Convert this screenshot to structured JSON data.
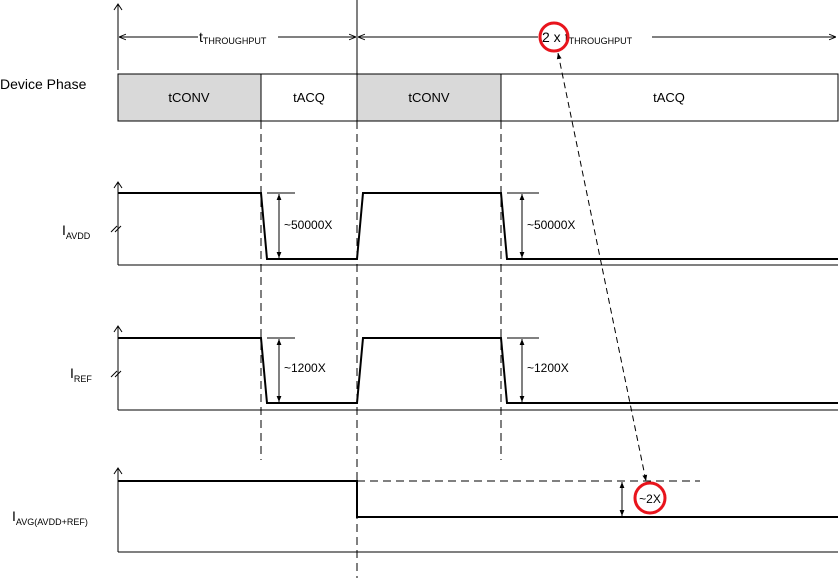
{
  "header": {
    "throughput_label": "t",
    "throughput_sub": "THROUGHPUT",
    "double_prefix": "2 x",
    "double_label": "t",
    "double_sub": "THROUGHPUT"
  },
  "device_phase": {
    "label": "Device Phase",
    "segments": [
      {
        "name": "tCONV",
        "shaded": true
      },
      {
        "name": "tACQ",
        "shaded": false
      },
      {
        "name": "tCONV",
        "shaded": true
      },
      {
        "name": "tACQ",
        "shaded": false
      }
    ]
  },
  "signals": {
    "iavdd": {
      "label": "I",
      "sub": "AVDD",
      "ratio": "~50000X"
    },
    "iref": {
      "label": "I",
      "sub": "REF",
      "ratio": "~1200X"
    },
    "iavg": {
      "label": "I",
      "sub": "AVG(AVDD+REF)",
      "ratio": "~2X"
    }
  },
  "colors": {
    "shaded": "#d9d9d9",
    "highlight": "#e8141c",
    "line": "#000000"
  }
}
